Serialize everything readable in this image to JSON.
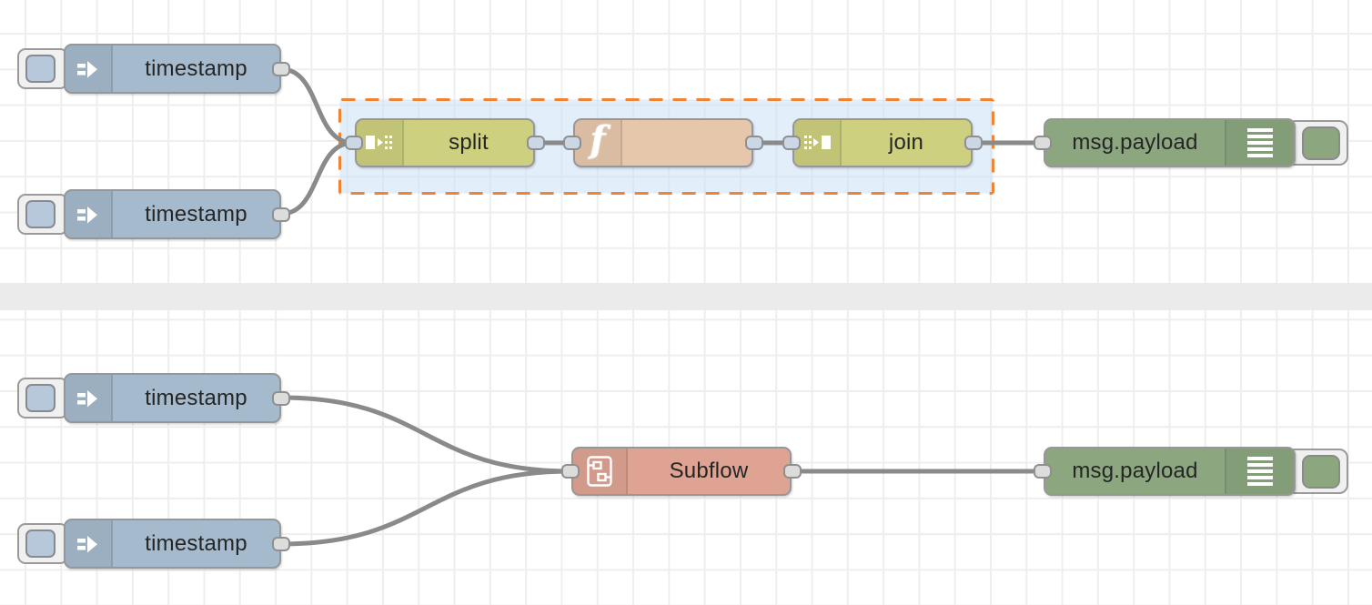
{
  "app": "flow-editor-canvas",
  "nodes": {
    "top": {
      "inject1": "timestamp",
      "inject2": "timestamp",
      "split": "split",
      "function": "",
      "join": "join",
      "debug": "msg.payload"
    },
    "bottom": {
      "inject1": "timestamp",
      "inject2": "timestamp",
      "subflow": "Subflow",
      "debug": "msg.payload"
    }
  },
  "icons": {
    "inject": "inject-arrow-icon",
    "split": "split-icon",
    "function": "function-f-icon",
    "join": "join-icon",
    "subflow": "subflow-icon",
    "debug": "debug-list-icon"
  },
  "colors": {
    "inject": "#a5bacd",
    "inject_button_inner": "#b7c8da",
    "split_join": "#cdd07e",
    "function_node": "#e6c7ab",
    "join_node": "#cdd07e",
    "subflow": "#dea392",
    "debug": "#8ca780",
    "debug_toggle_inner": "#8ca780",
    "wire": "#8a8a8a",
    "group_fill": "rgba(200,221,248,0.5)",
    "group_border": "#ee8435",
    "port": "#dcdcdc",
    "port_selected": "#ccd7e6",
    "grid_line": "#eeeeee",
    "divider_band": "#ebebeb",
    "node_border": "#979797",
    "label_text": "#252525"
  }
}
